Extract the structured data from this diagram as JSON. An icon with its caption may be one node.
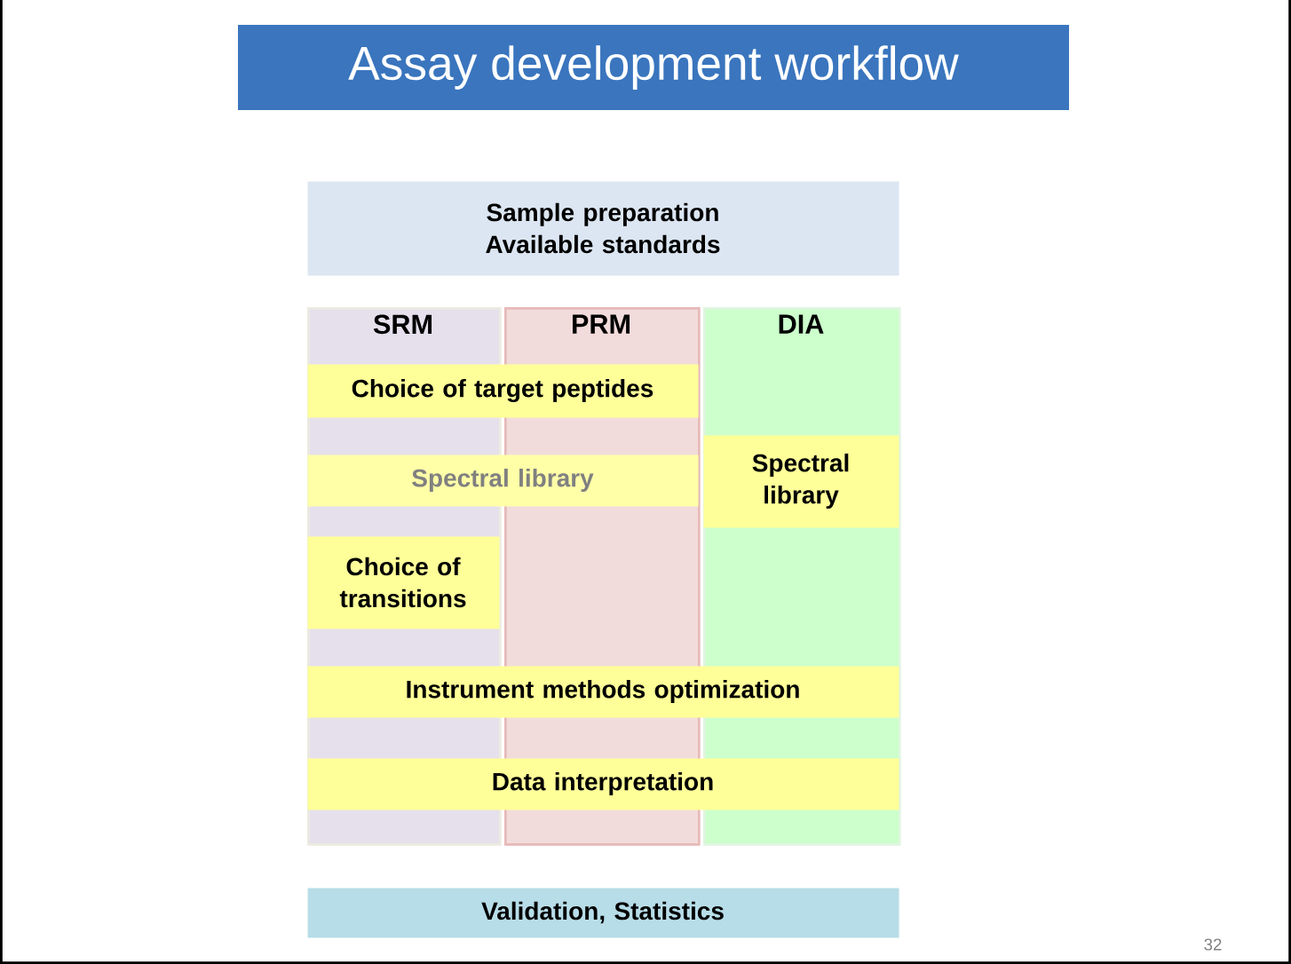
{
  "diagram": {
    "title": "Assay development workflow",
    "nodes": [
      {
        "text": [
          "Sample preparation Available standards"
        ]
      },
      {
        "text": [
          "SRM"
        ]
      },
      {
        "text": [
          "PRM"
        ]
      },
      {
        "text": [
          "DIA"
        ]
      },
      {
        "text": [
          "Choice of target peptides"
        ]
      },
      {
        "text": [
          "Spectral library"
        ]
      },
      {
        "text": [
          "Spectral library"
        ],
        "in": 3
      },
      {
        "text": [
          "Choice of transitions"
        ],
        "in": 1
      },
      {
        "text": [
          "Instrument methods optimization"
        ]
      },
      {
        "text": [
          "Data interpretation"
        ]
      },
      {
        "text": [
          "Validation, Statistics"
        ]
      }
    ],
    "labels": [
      "32"
    ]
  }
}
